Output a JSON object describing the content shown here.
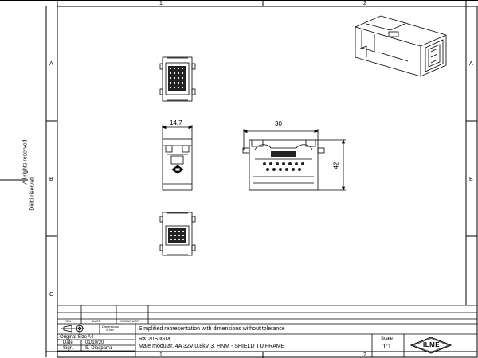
{
  "frame": {
    "col_labels": [
      "1",
      "2"
    ],
    "row_labels": [
      "A",
      "B",
      "C"
    ]
  },
  "side_text": {
    "rights_en": "All rights reserved",
    "rights_it": "Diritti riservati"
  },
  "dimensions": {
    "front_width": "14,7",
    "side_width": "30",
    "side_height": "42"
  },
  "title_block": {
    "rev_header": "REV.",
    "date_header": "DATE",
    "signature_header": "SIGNATURE",
    "dimensions_label": "Dimensions",
    "dimensions_unit": "in mm",
    "note": "Simplified representation with dimensions without tolerance",
    "original_size_label": "Original Size",
    "original_size_value": "A4",
    "date_label": "Date",
    "date_value": "01/10/20",
    "sign_label": "Sign.",
    "sign_value": "S. Diasparra",
    "part_number": "RX 20S IGM",
    "description": "Male modular, 4A 32V 0,8kV 3, HNM - SHIELD TO FRAME",
    "scale_label": "Scale",
    "scale_value": "1:1",
    "logo_text": "ILME"
  }
}
